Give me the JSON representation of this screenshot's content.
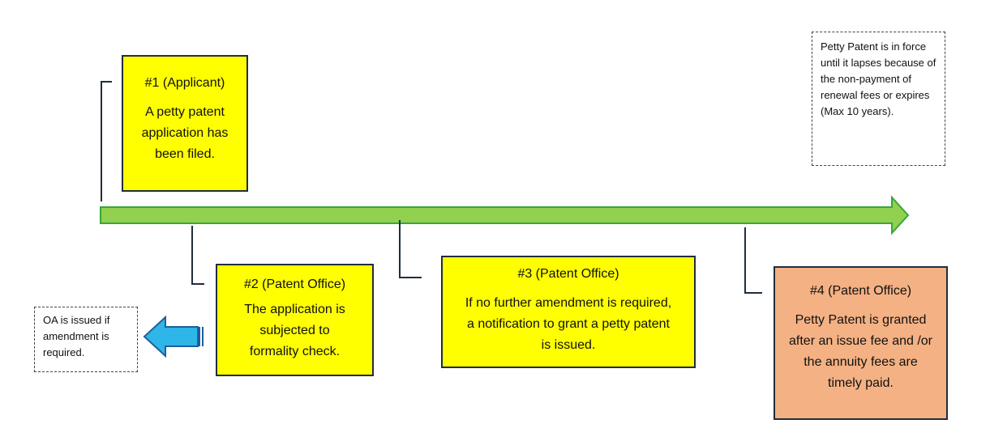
{
  "colors": {
    "timeline_fill": "#92d050",
    "timeline_stroke": "#3aa63a",
    "box_yellow": "#ffff00",
    "box_orange": "#f4b183",
    "box_border": "#1f2d3d",
    "connector": "#1f2d3d",
    "side_arrow_fill": "#2fb6e8",
    "side_arrow_stroke": "#1f5e9c"
  },
  "steps": [
    {
      "title": "#1 (Applicant)",
      "text": "A petty patent application has been filed."
    },
    {
      "title": "#2 (Patent Office)",
      "text": "The application is subjected to formality check."
    },
    {
      "title": "#3 (Patent Office)",
      "text": "If no further amendment is required, a notification to grant a petty patent is issued."
    },
    {
      "title": "#4 (Patent Office)",
      "text": "Petty Patent is granted after an issue fee and /or the annuity fees are timely paid."
    }
  ],
  "notes": {
    "oa": "OA is issued if amendment is required.",
    "in_force": "Petty Patent is in force until it lapses because of the non-payment of renewal fees or expires (Max 10 years)."
  },
  "icons": {
    "timeline_arrow": "right-arrow-icon",
    "oa_arrow": "left-arrow-icon"
  }
}
